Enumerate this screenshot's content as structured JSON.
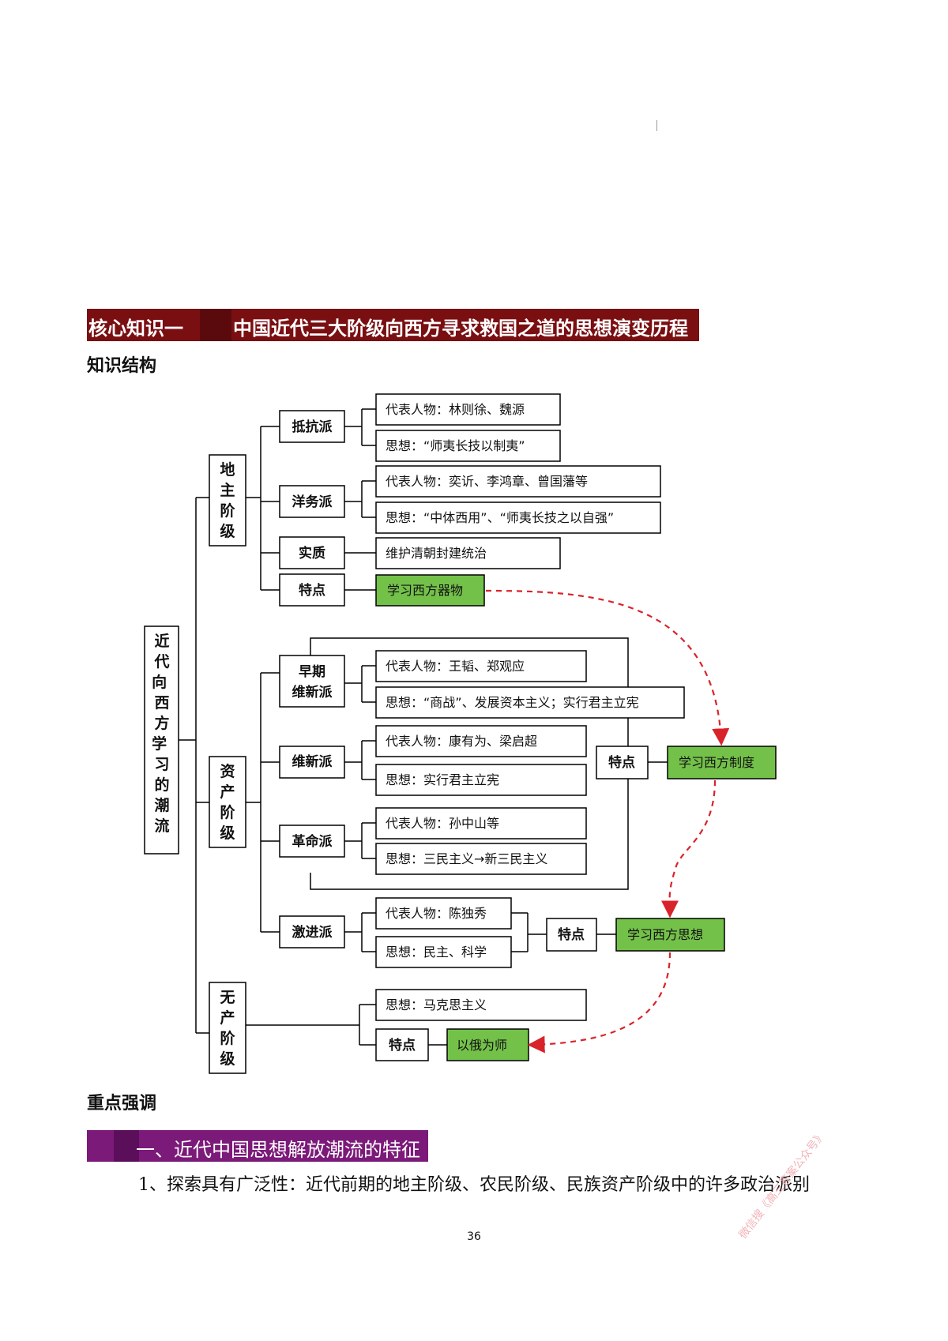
{
  "header": {
    "core_label": "核心知识一",
    "core_title": "中国近代三大阶级向西方寻求救国之道的思想演变历程"
  },
  "structure_label": "知识结构",
  "diagram": {
    "root": "近代向西方学习的潮流",
    "landlord": {
      "label": "地主阶级",
      "resist": "抵抗派",
      "resist_person": "代表人物：林则徐、魏源",
      "resist_idea": "思想：“师夷长技以制夷”",
      "westernize": "洋务派",
      "westernize_person": "代表人物：奕䜣、李鸿章、曾国藩等",
      "westernize_idea": "思想：“中体西用”、“师夷长技之以自强”",
      "essence": "实质",
      "essence_text": "维护清朝封建统治",
      "feature": "特点",
      "feature_text": "学习西方器物"
    },
    "bourgeois": {
      "label": "资产阶级",
      "early": "早期维新派",
      "early_person": "代表人物：王韬、郑观应",
      "early_idea": "思想：“商战”、发展资本主义；实行君主立宪",
      "reform": "维新派",
      "reform_person": "代表人物：康有为、梁启超",
      "reform_idea": "思想：实行君主立宪",
      "revolution": "革命派",
      "revolution_person": "代表人物：孙中山等",
      "revolution_idea": "思想：三民主义→新三民主义",
      "feature": "特点",
      "feature_text": "学习西方制度",
      "radical": "激进派",
      "radical_person": "代表人物：陈独秀",
      "radical_idea": "思想：民主、科学",
      "radical_feature": "特点",
      "radical_feature_text": "学习西方思想"
    },
    "proletariat": {
      "label": "无产阶级",
      "idea": "思想：马克思主义",
      "feature": "特点",
      "feature_text": "以俄为师"
    },
    "colors": {
      "green": "#74c14a",
      "arrow": "#d9232a"
    }
  },
  "emphasis_label": "重点强调",
  "subheading": "一、近代中国思想解放潮流的特征",
  "paragraph": "1、探索具有广泛性：近代前期的地主阶级、农民阶级、民族资产阶级中的许多政治派别",
  "page_number": "36",
  "watermark": "微信搜《高三答案公众号》"
}
